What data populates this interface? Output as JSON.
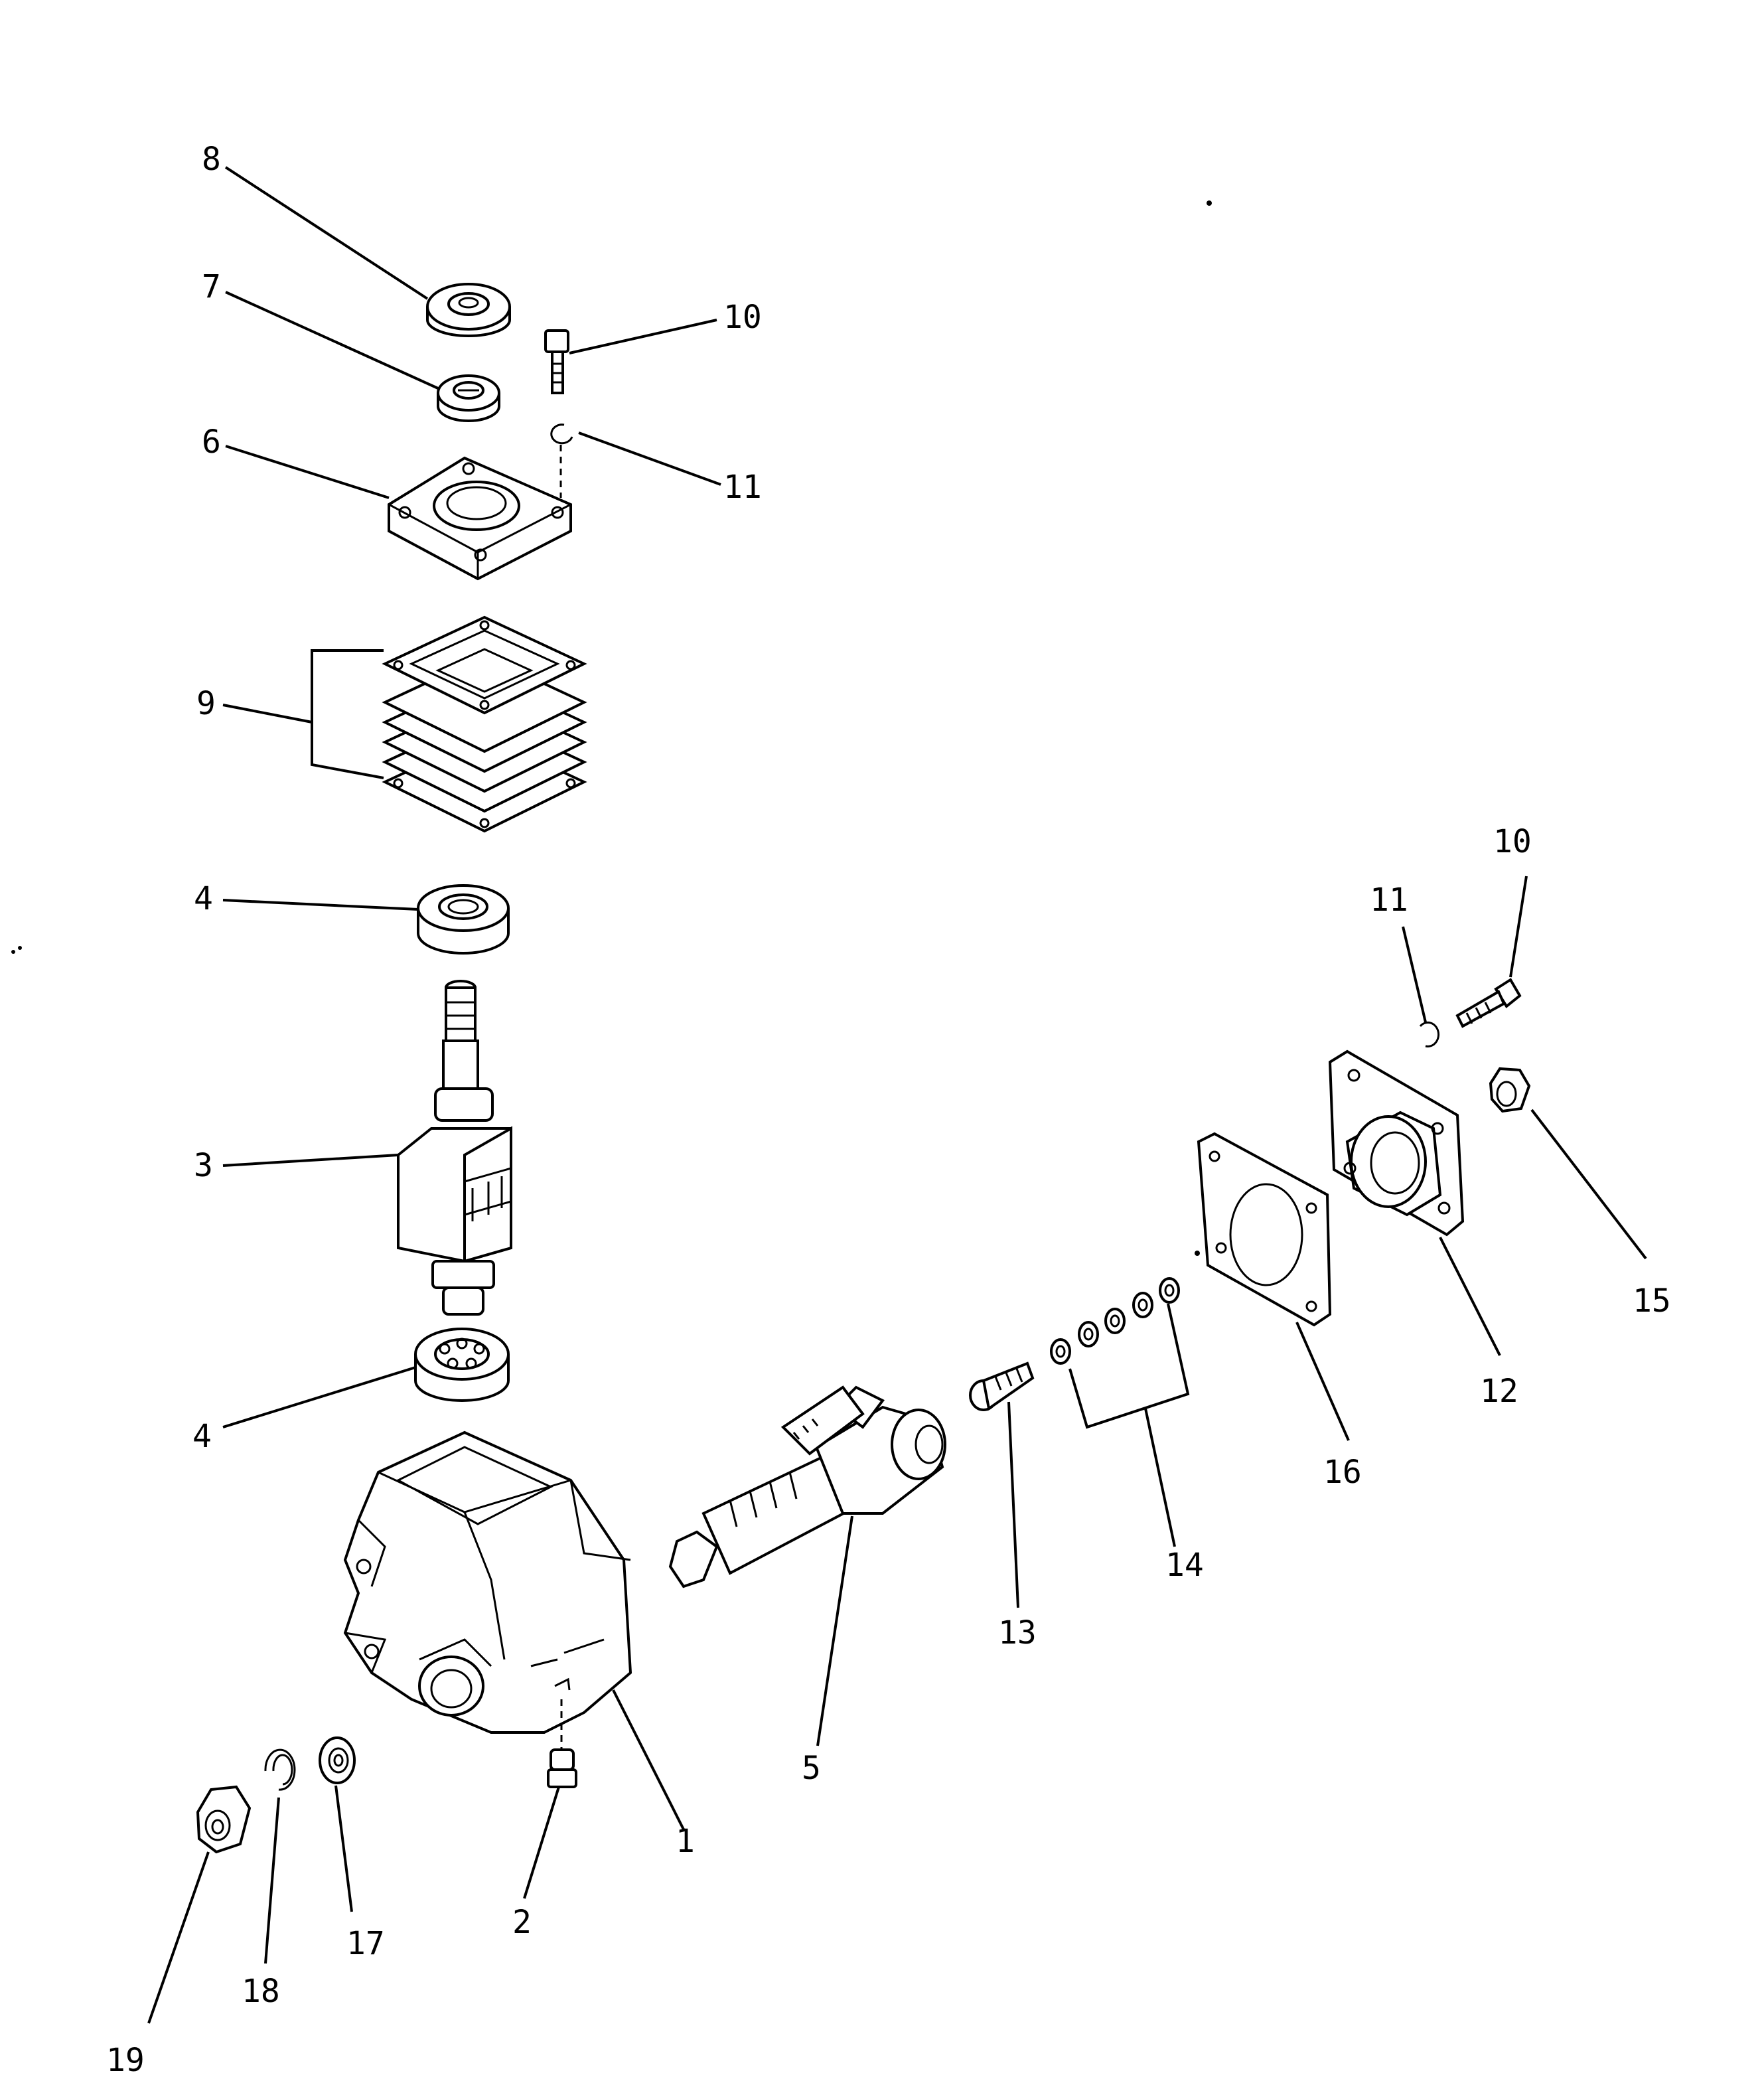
{
  "callouts": {
    "c1": "1",
    "c2": "2",
    "c3": "3",
    "c4a": "4",
    "c4b": "4",
    "c5": "5",
    "c6": "6",
    "c7": "7",
    "c8": "8",
    "c9": "9",
    "c10a": "10",
    "c10b": "10",
    "c11a": "11",
    "c11b": "11",
    "c12": "12",
    "c13": "13",
    "c14": "14",
    "c15": "15",
    "c16": "16",
    "c17": "17",
    "c18": "18",
    "c19": "19"
  }
}
